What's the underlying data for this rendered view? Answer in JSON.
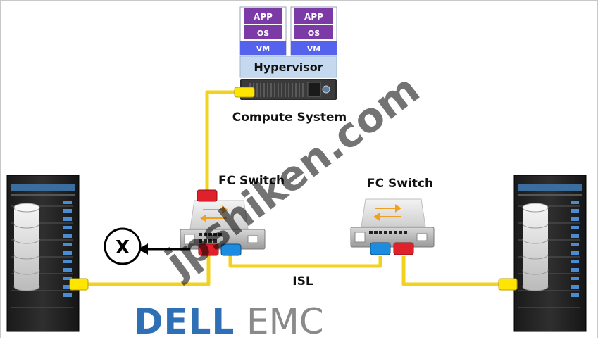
{
  "vm1": {
    "app": "APP",
    "os": "OS",
    "vm": "VM"
  },
  "vm2": {
    "app": "APP",
    "os": "OS",
    "vm": "VM"
  },
  "hypervisor_label": "Hypervisor",
  "compute_label": "Compute System",
  "fc_switch_left_label": "FC Switch",
  "fc_switch_right_label": "FC Switch",
  "isl_label": "ISL",
  "blocked_symbol": "X",
  "logo": {
    "part1": "DELL",
    "part2": "EMC"
  },
  "watermark": "jpshiken.com",
  "colors": {
    "cable": "#f2d21e",
    "port_yellow": "#ffe600",
    "port_red": "#e0202a",
    "port_blue": "#1c8ce0",
    "vm_purple": "#7b3aa6",
    "vm_blue": "#5562ee",
    "hypervisor_bg": "#c4d9f0",
    "logo_blue": "#2f6fb6",
    "logo_gray": "#8a8a8a"
  }
}
